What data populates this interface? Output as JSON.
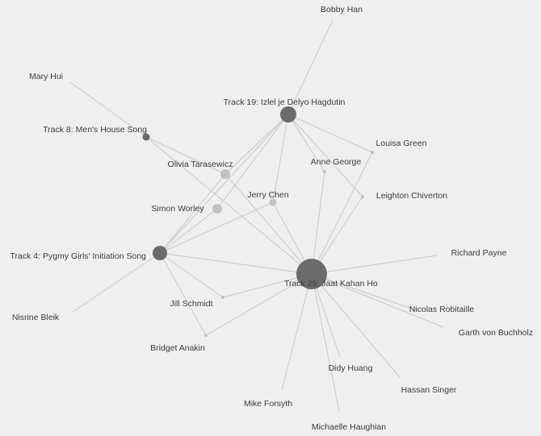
{
  "graph": {
    "nodes": [
      {
        "id": "track25",
        "label": "Track 25: Jaat Kahan Ho",
        "kind": "track"
      },
      {
        "id": "track19",
        "label": "Track 19: Izlel je Delyo Hagdutin",
        "kind": "track"
      },
      {
        "id": "track4",
        "label": "Track 4: Pygmy Girls' Initiation Song",
        "kind": "track"
      },
      {
        "id": "track8",
        "label": "Track 8: Men's House Song",
        "kind": "track"
      },
      {
        "id": "bobby",
        "label": "Bobby Han",
        "kind": "person"
      },
      {
        "id": "mary",
        "label": "Mary Hui",
        "kind": "person"
      },
      {
        "id": "louisa",
        "label": "Louisa Green",
        "kind": "person"
      },
      {
        "id": "anne",
        "label": "Anne George",
        "kind": "person"
      },
      {
        "id": "olivia",
        "label": "Olivia Tarasewicz",
        "kind": "person"
      },
      {
        "id": "leighton",
        "label": "Leighton Chiverton",
        "kind": "person"
      },
      {
        "id": "jerry",
        "label": "Jerry Chen",
        "kind": "person"
      },
      {
        "id": "simon",
        "label": "Simon Worley",
        "kind": "person"
      },
      {
        "id": "richard",
        "label": "Richard Payne",
        "kind": "person"
      },
      {
        "id": "nicolas",
        "label": "Nicolas Robitaille",
        "kind": "person"
      },
      {
        "id": "garth",
        "label": "Garth von Buchholz",
        "kind": "person"
      },
      {
        "id": "jill",
        "label": "Jill Schmidt",
        "kind": "person"
      },
      {
        "id": "nisrine",
        "label": "Nisrine Bleik",
        "kind": "person"
      },
      {
        "id": "bridget",
        "label": "Bridget Anakin",
        "kind": "person"
      },
      {
        "id": "didy",
        "label": "Didy Huang",
        "kind": "person"
      },
      {
        "id": "hassan",
        "label": "Hassan Singer",
        "kind": "person"
      },
      {
        "id": "mike",
        "label": "Mike Forsyth",
        "kind": "person"
      },
      {
        "id": "michaelle",
        "label": "Michaelle Haughian",
        "kind": "person"
      }
    ],
    "edges": [
      [
        "track19",
        "bobby"
      ],
      [
        "track19",
        "louisa"
      ],
      [
        "track19",
        "anne"
      ],
      [
        "track19",
        "leighton"
      ],
      [
        "track19",
        "jerry"
      ],
      [
        "track19",
        "simon"
      ],
      [
        "track19",
        "olivia"
      ],
      [
        "track19",
        "track4"
      ],
      [
        "track8",
        "mary"
      ],
      [
        "track8",
        "olivia"
      ],
      [
        "track8",
        "track25"
      ],
      [
        "track4",
        "nisrine"
      ],
      [
        "track4",
        "olivia"
      ],
      [
        "track4",
        "simon"
      ],
      [
        "track4",
        "jerry"
      ],
      [
        "track4",
        "jill"
      ],
      [
        "track4",
        "bridget"
      ],
      [
        "track4",
        "track25"
      ],
      [
        "track25",
        "louisa"
      ],
      [
        "track25",
        "anne"
      ],
      [
        "track25",
        "leighton"
      ],
      [
        "track25",
        "olivia"
      ],
      [
        "track25",
        "jerry"
      ],
      [
        "track25",
        "richard"
      ],
      [
        "track25",
        "nicolas"
      ],
      [
        "track25",
        "garth"
      ],
      [
        "track25",
        "jill"
      ],
      [
        "track25",
        "bridget"
      ],
      [
        "track25",
        "didy"
      ],
      [
        "track25",
        "hassan"
      ],
      [
        "track25",
        "mike"
      ],
      [
        "track25",
        "michaelle"
      ]
    ]
  }
}
